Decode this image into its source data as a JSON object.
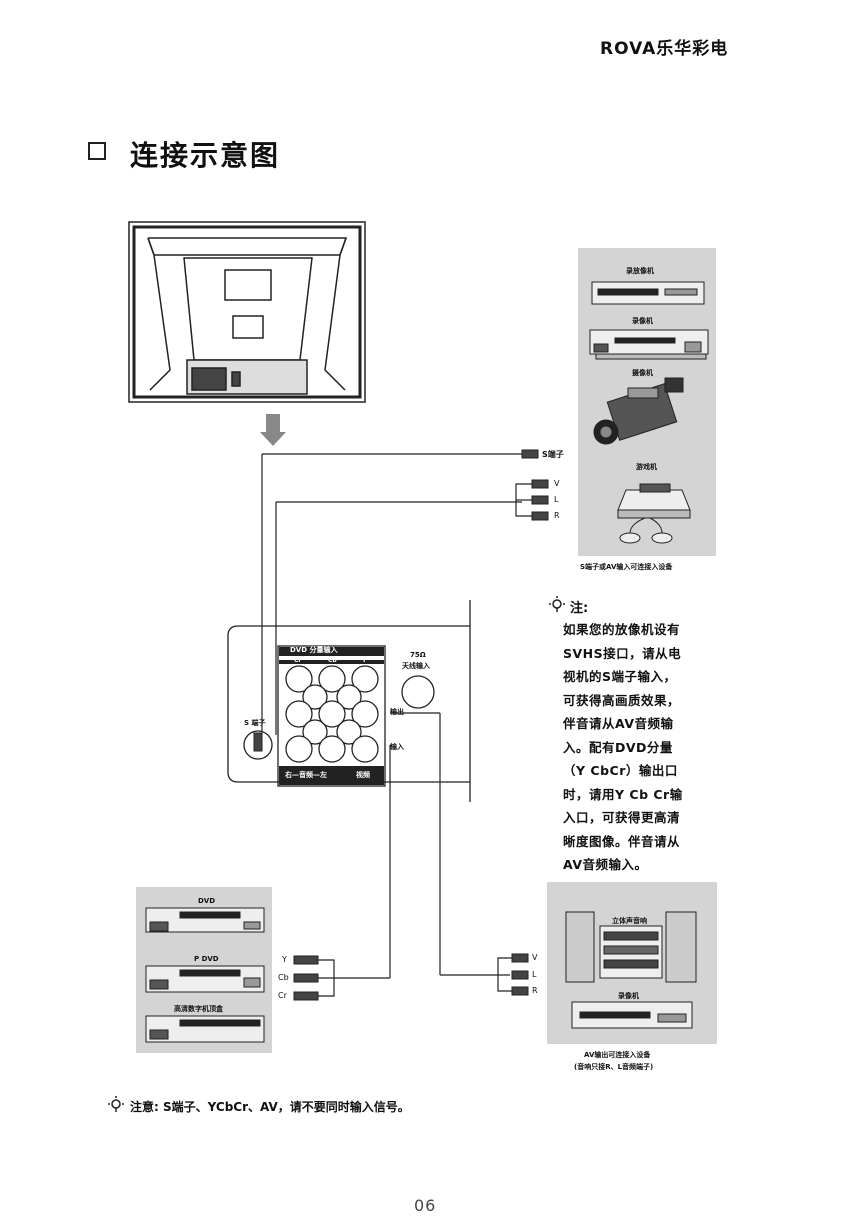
{
  "header": {
    "brand": "ROVA乐华彩电"
  },
  "section": {
    "title": "连接示意图"
  },
  "devices_right": {
    "labels": [
      "录放像机",
      "录像机",
      "摄像机",
      "游戏机"
    ],
    "caption": "S端子或AV输入可连接入设备"
  },
  "right_connectors": [
    "S端子",
    "V",
    "L",
    "R"
  ],
  "tv_panel": {
    "dvd_input_label": "DVD 分量输入",
    "component_labels": [
      "Cr",
      "Cb",
      "Y"
    ],
    "antenna_label_1": "75Ω",
    "antenna_label_2": "天线输入",
    "s_terminal_label": "S 端子",
    "output_label": "输出",
    "input_label": "输入",
    "bottom_label_1": "右—音频—左",
    "bottom_label_2": "视频"
  },
  "note": {
    "head": "注:",
    "lines": [
      "如果您的放像机设有",
      "SVHS接口，请从电",
      "视机的S端子输入，",
      "可获得高画质效果，",
      "伴音请从AV音频输",
      "入。配有DVD分量",
      "（Y CbCr）输出口",
      "时，请用Y Cb Cr输",
      "入口，可获得更高清",
      "晰度图像。伴音请从",
      "AV音频输入。"
    ]
  },
  "devices_left": {
    "labels": [
      "DVD",
      "P DVD",
      "高清数字机顶盒"
    ],
    "connectors": [
      "Y",
      "Cb",
      "Cr"
    ]
  },
  "devices_bottom_right": {
    "labels": [
      "立体声音响",
      "录像机"
    ],
    "connectors": [
      "V",
      "L",
      "R"
    ],
    "caption_1": "AV输出可连接入设备",
    "caption_2": "(音响只接R、L音频端子)"
  },
  "footer": {
    "note": "注意: S端子、YCbCr、AV，请不要同时输入信号。",
    "page": "06"
  }
}
